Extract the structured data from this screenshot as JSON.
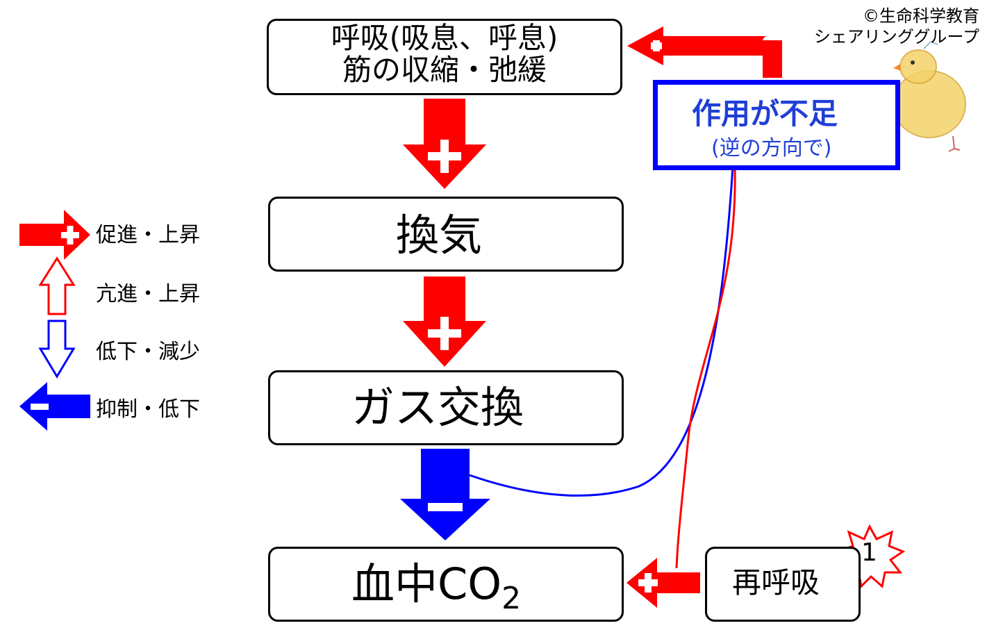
{
  "copyright": {
    "line1": "©生命科学教育",
    "line2": "シェアリンググループ"
  },
  "boxes": {
    "respiration_line1": "呼吸(吸息、呼息)",
    "respiration_line2": "筋の収縮・弛緩",
    "ventilation": "換気",
    "gas_exchange": "ガス交換",
    "blood_co2_prefix": "血中CO",
    "blood_co2_sub": "2",
    "rebreathing": "再呼吸",
    "deficit_title": "作用が不足",
    "deficit_sub": "(逆の方向で)"
  },
  "badge": {
    "number": "1"
  },
  "legend": [
    {
      "icon": "red-plus-arrow-icon",
      "label": "促進・上昇"
    },
    {
      "icon": "hollow-red-up-arrow-icon",
      "label": "亢進・上昇"
    },
    {
      "icon": "hollow-blue-down-arrow-icon",
      "label": "低下・減少"
    },
    {
      "icon": "blue-minus-arrow-icon",
      "label": "抑制・低下"
    }
  ],
  "colors": {
    "red": "#ff0000",
    "blue": "#0000ff",
    "deficit_blue": "#1f3fd6"
  }
}
